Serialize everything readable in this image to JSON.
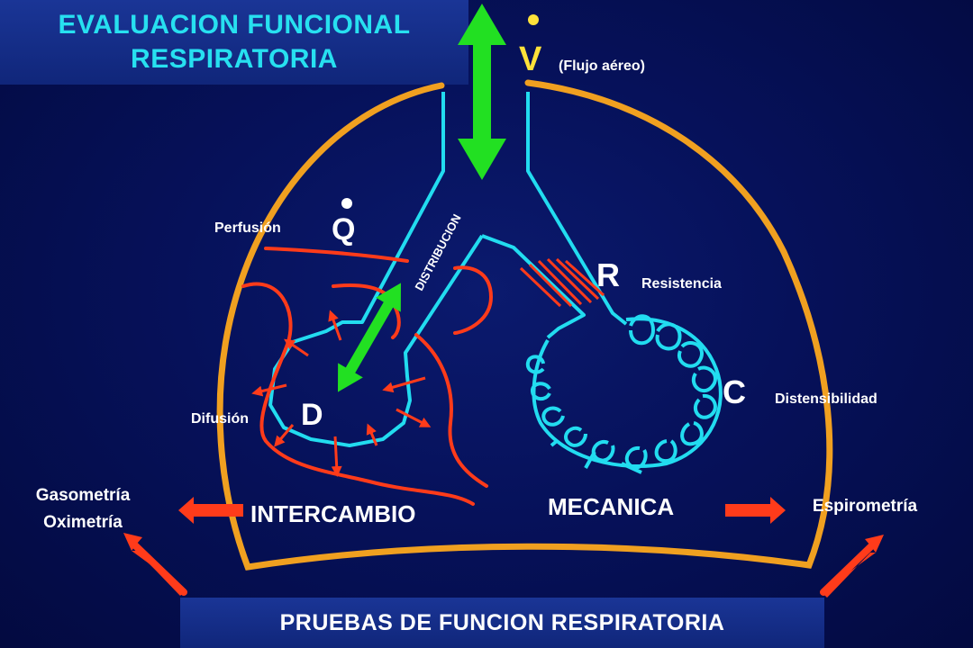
{
  "title": "EVALUACION FUNCIONAL\nRESPIRATORIA",
  "footer": "PRUEBAS DE FUNCION RESPIRATORIA",
  "labels": {
    "v_symbol": "V",
    "flujo_aereo": "(Flujo aéreo)",
    "q_symbol": "Q",
    "perfusion": "Perfusión",
    "distribucion": "DISTRIBUCION",
    "r_symbol": "R",
    "resistencia": "Resistencia",
    "c_symbol": "C",
    "distensibilidad": "Distensibilidad",
    "d_symbol": "D",
    "difusion": "Difusión",
    "intercambio": "INTERCAMBIO",
    "mecanica": "MECANICA",
    "gasometria": "Gasometría",
    "oximetria": "Oximetría",
    "espirometria": "Espirometría"
  },
  "colors": {
    "background": "#06115a",
    "title_text": "#27e0f0",
    "chest_outline": "#f0a020",
    "airway": "#22dcf0",
    "airflow_arrow": "#22e022",
    "vessels_and_arrows": "#ff3b1a",
    "v_symbol": "#ffe23a",
    "label_text": "#ffffff"
  },
  "icons": {
    "airflow": "double-headed-arrow",
    "test_arrows": "arrow"
  }
}
